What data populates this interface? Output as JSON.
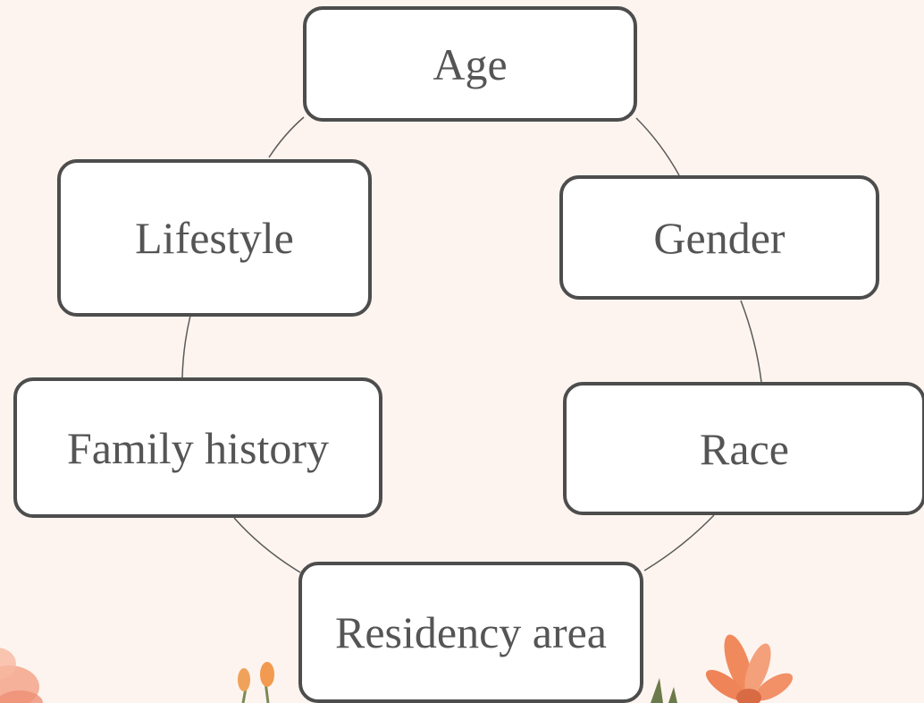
{
  "diagram": {
    "nodes": [
      {
        "id": "age",
        "label": "Age"
      },
      {
        "id": "gender",
        "label": "Gender"
      },
      {
        "id": "race",
        "label": "Race"
      },
      {
        "id": "residency",
        "label": "Residency area"
      },
      {
        "id": "family",
        "label": "Family history"
      },
      {
        "id": "lifestyle",
        "label": "Lifestyle"
      }
    ],
    "edges": [
      [
        "age",
        "gender"
      ],
      [
        "gender",
        "race"
      ],
      [
        "race",
        "residency"
      ],
      [
        "residency",
        "family"
      ],
      [
        "family",
        "lifestyle"
      ],
      [
        "lifestyle",
        "age"
      ]
    ]
  },
  "colors": {
    "background": "#fdf4ef",
    "box_fill": "#ffffff",
    "box_border": "#4d4d4d",
    "text": "#555555",
    "connector": "#5a5a5a",
    "flower_petal": "#f08a5d",
    "flower_leaf": "#6b7a4a"
  }
}
